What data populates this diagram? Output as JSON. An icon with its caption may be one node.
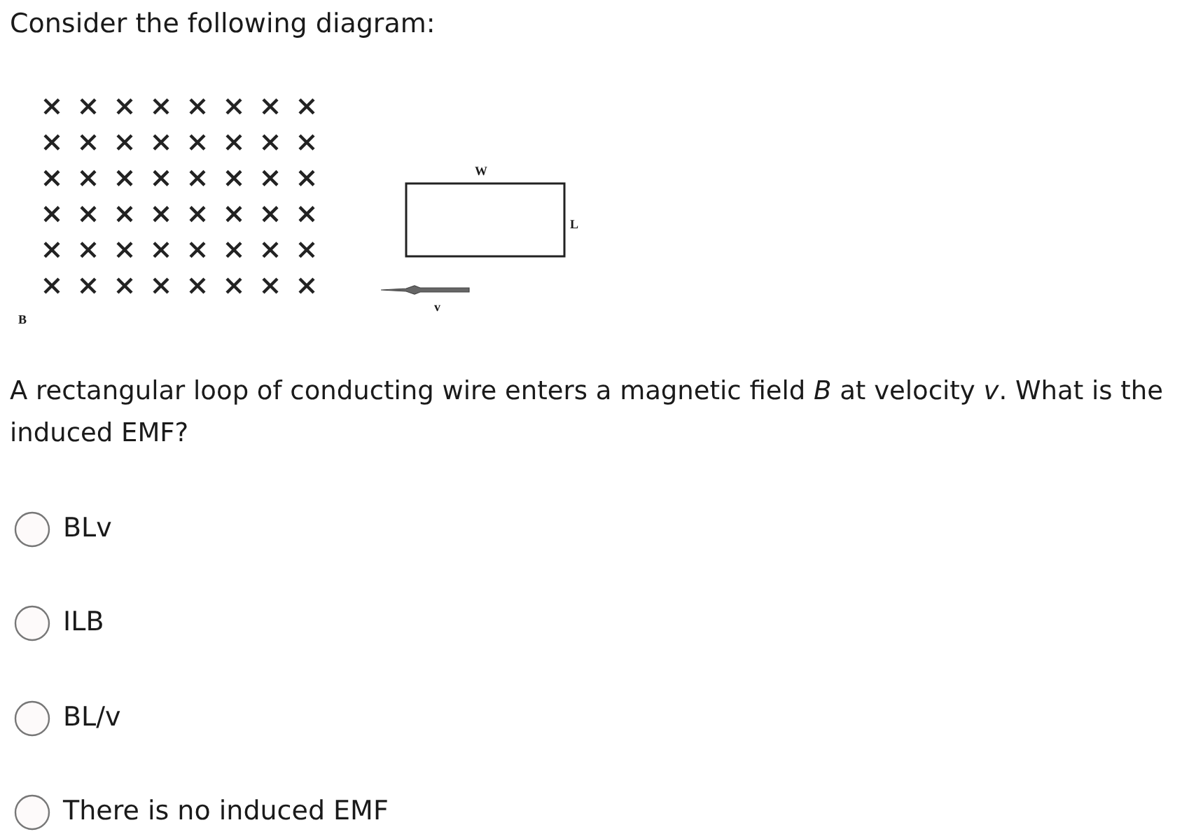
{
  "diagram": {
    "title": "Consider the following diagram:",
    "caption": "A rectangular loop of conducting wire enters a magnetic field *B* at velocity *v*. What is the induced EMF?",
    "nodes": [
      {
        "text": [],
        "shape": "box"
      }
    ],
    "labels": [
      "W",
      "L",
      "v",
      "B",
      "BLv",
      "ILB",
      "BL/v",
      "There is no induced EMF"
    ]
  }
}
